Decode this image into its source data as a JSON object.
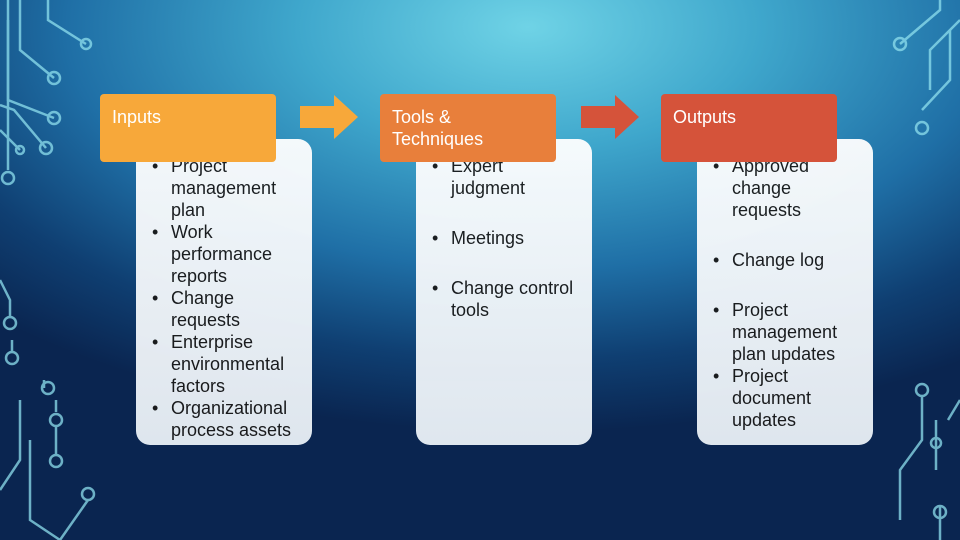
{
  "colors": {
    "inputs": "#f7a83a",
    "tools": "#e87f3b",
    "outputs": "#d5533a",
    "arrow1": "#f7a83a",
    "arrow2": "#d5533a"
  },
  "columns": [
    {
      "header": "Inputs",
      "items": [
        "Project management plan",
        "Work performance reports",
        "Change requests",
        "Enterprise environmental factors",
        "Organizational process assets"
      ]
    },
    {
      "header": "Tools & Techniques",
      "items": [
        "Expert judgment",
        "Meetings",
        "Change control tools"
      ]
    },
    {
      "header": "Outputs",
      "items": [
        "Approved change requests",
        "Change log",
        "Project management plan updates",
        "Project document updates"
      ]
    }
  ]
}
